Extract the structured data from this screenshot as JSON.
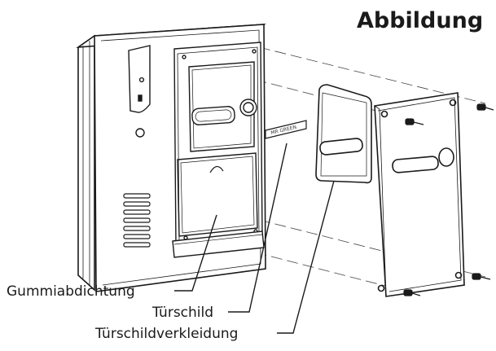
{
  "header": {
    "title": "Abbildung"
  },
  "callouts": {
    "seal": "Gummiabdichtung",
    "nameplate": "Türschild",
    "cover": "Türschildverkleidung"
  },
  "nameplate_text": "MR GREEN",
  "colors": {
    "line": "#1a1a1a",
    "background": "#ffffff"
  }
}
